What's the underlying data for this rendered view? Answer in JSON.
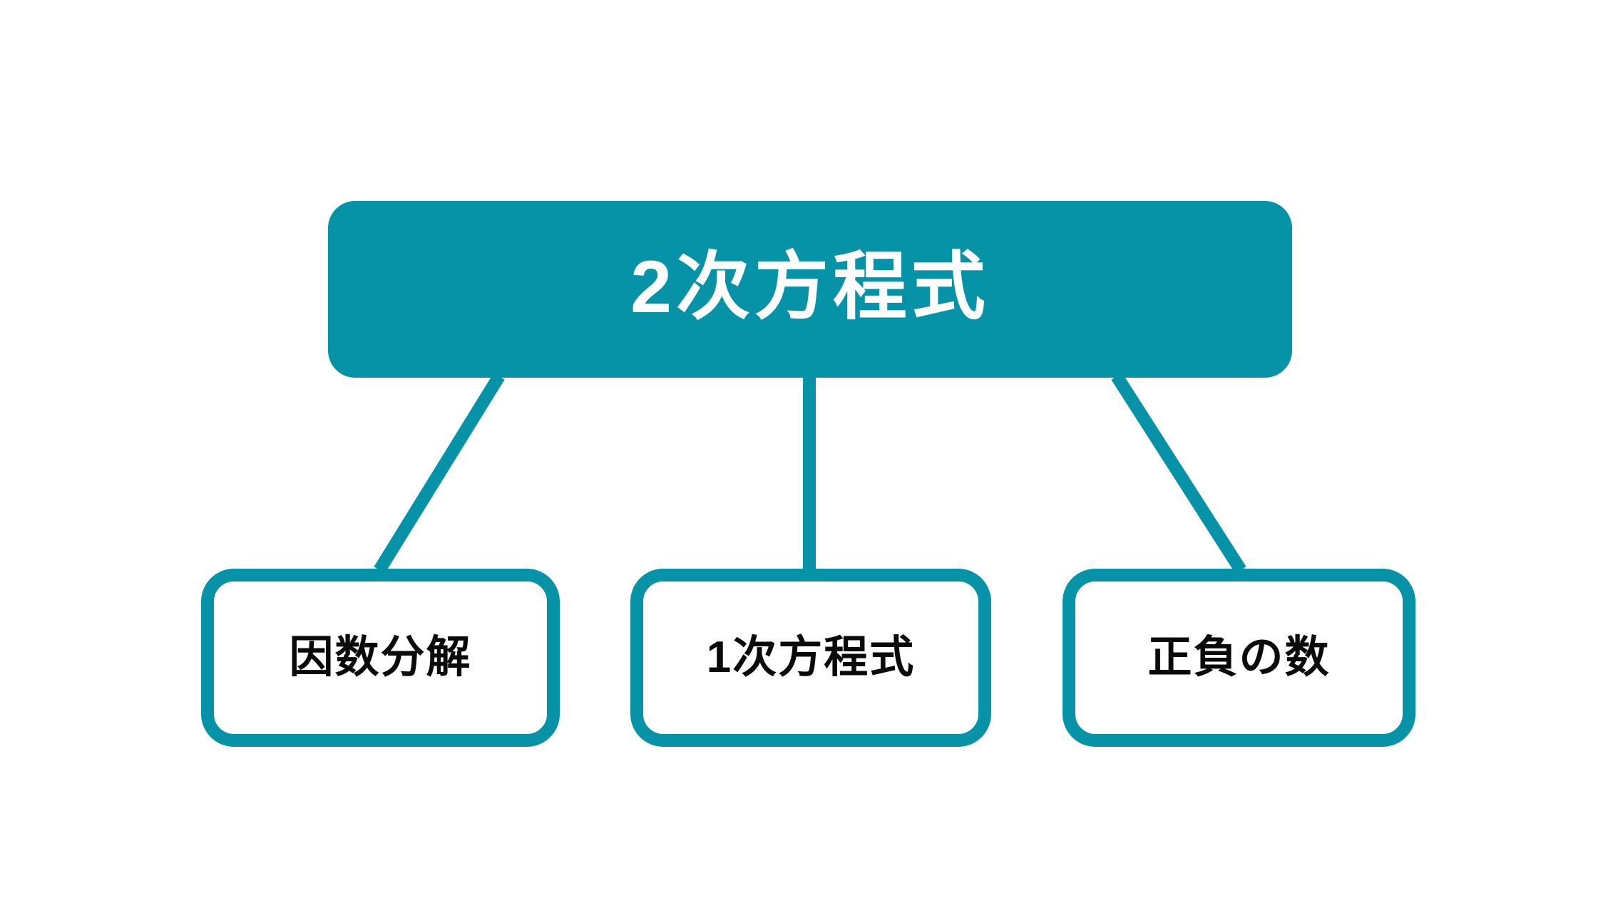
{
  "diagram": {
    "type": "tree",
    "title_node": {
      "label": "2次方程式",
      "fill_color": "#0693a8",
      "text_color": "#ffffff"
    },
    "child_nodes": [
      {
        "label": "因数分解",
        "fill_color": "#ffffff",
        "border_color": "#0693a8",
        "text_color": "#000000"
      },
      {
        "label": "1次方程式",
        "fill_color": "#ffffff",
        "border_color": "#0693a8",
        "text_color": "#000000"
      },
      {
        "label": "正負の数",
        "fill_color": "#ffffff",
        "border_color": "#0693a8",
        "text_color": "#000000"
      }
    ],
    "connector_color": "#0693a8",
    "connector_thickness": 18,
    "background_color": "#ffffff"
  }
}
